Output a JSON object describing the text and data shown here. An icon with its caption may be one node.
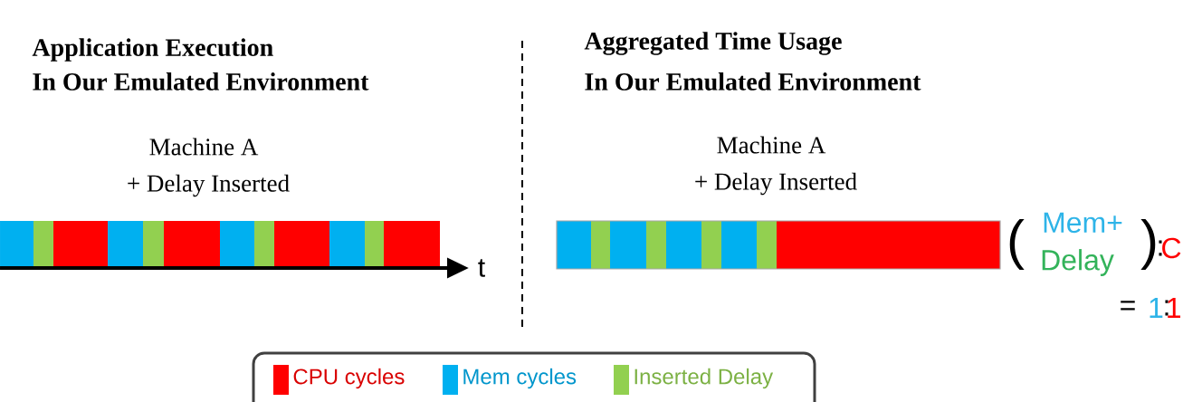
{
  "diagram": {
    "labels": [
      "Application Execution",
      "In Our Emulated Environment",
      "Aggregated Time Usage",
      "In Our Emulated Environment",
      "Machine A",
      "+ Delay Inserted",
      "t",
      "Machine A",
      "+ Delay Inserted",
      "(",
      "Mem+",
      "Delay",
      ")",
      ":",
      "C",
      "=",
      "1",
      ":",
      "1"
    ],
    "legend": [
      {
        "text": "CPU cycles",
        "color": "#ff0000"
      },
      {
        "text": "Mem cycles",
        "color": "#00b0f0"
      },
      {
        "text": "Inserted Delay",
        "color": "#92d050"
      }
    ]
  }
}
